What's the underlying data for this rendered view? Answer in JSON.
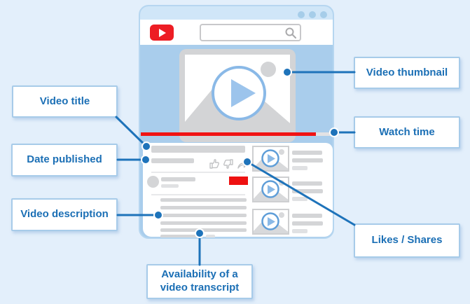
{
  "title": "Anatomy of a YouTube video page (labeled diagram)",
  "colors": {
    "page_background": "#e3effb",
    "accent_blue": "#1e73ba",
    "label_text": "#1b6fb5",
    "label_border": "#a7cbe9",
    "window_body_blue": "#a9cdec",
    "window_header_blue": "#d0e6f8",
    "youtube_red": "#ed1d24",
    "progress_red": "#f11313",
    "placeholder_gray": "#d4d5d7",
    "play_button_blue": "#8ab9e7"
  },
  "callouts": {
    "video_thumbnail": "Video thumbnail",
    "watch_time": "Watch time",
    "video_title": "Video title",
    "date_published": "Date published",
    "video_description": "Video description",
    "likes_shares": "Likes / Shares",
    "transcript": "Availability of a\nvideo transcript"
  },
  "browser": {
    "window_dot_count": 3,
    "search_value": "",
    "related_video_count": 3,
    "icons": [
      "youtube-logo-icon",
      "magnifier-icon",
      "play-icon",
      "image-placeholder-icon",
      "thumbs-up-icon",
      "thumbs-down-icon",
      "share-arrow-icon"
    ]
  }
}
